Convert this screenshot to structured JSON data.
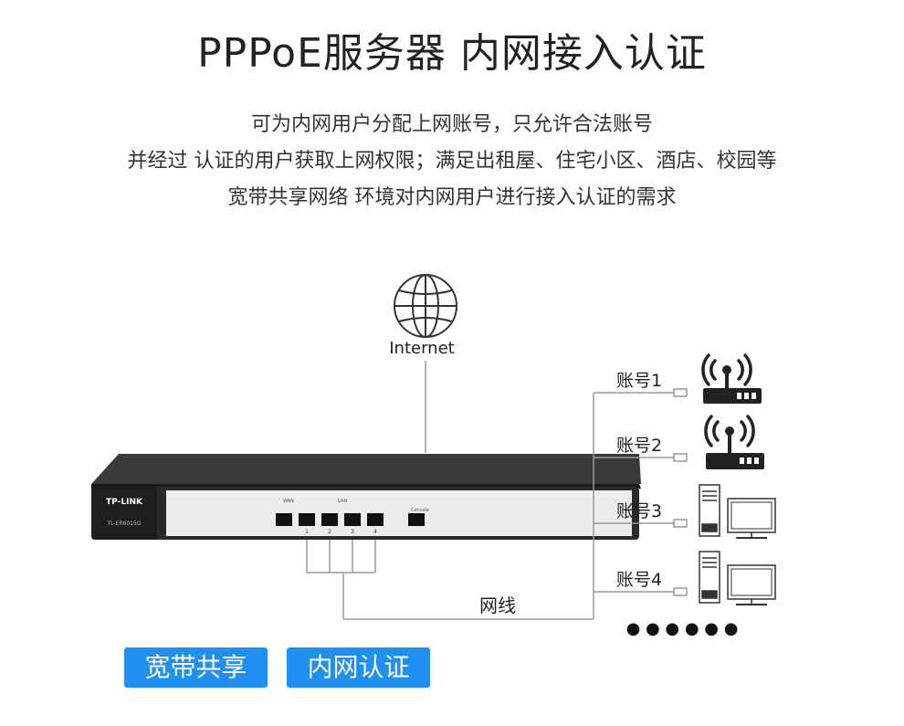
{
  "title": "PPPoE服务器  内网接入认证",
  "description": [
    "可为内网用户分配上网账号，只允许合法账号",
    "并经过 认证的用户获取上网权限；满足出租屋、住宅小区、酒店、校园等",
    "宽带共享网络 环境对内网用户进行接入认证的需求"
  ],
  "internet_label": "Internet",
  "cable_label": "网线",
  "router": {
    "brand": "TP-LINK",
    "model": "TL-ER6015G",
    "wan_label": "WAN",
    "lan_label": "LAN",
    "console_label": "Console",
    "port_numbers": [
      "1",
      "2",
      "3",
      "4"
    ]
  },
  "accounts": [
    "账号1",
    "账号2",
    "账号3",
    "账号4"
  ],
  "more_indicator": "● ● ● ● ● ●",
  "tags": [
    "宽带共享",
    "内网认证"
  ],
  "colors": {
    "tag_bg": "#1f8ff0",
    "line": "#9a9a9a",
    "router_body": "#2a2a2a"
  }
}
